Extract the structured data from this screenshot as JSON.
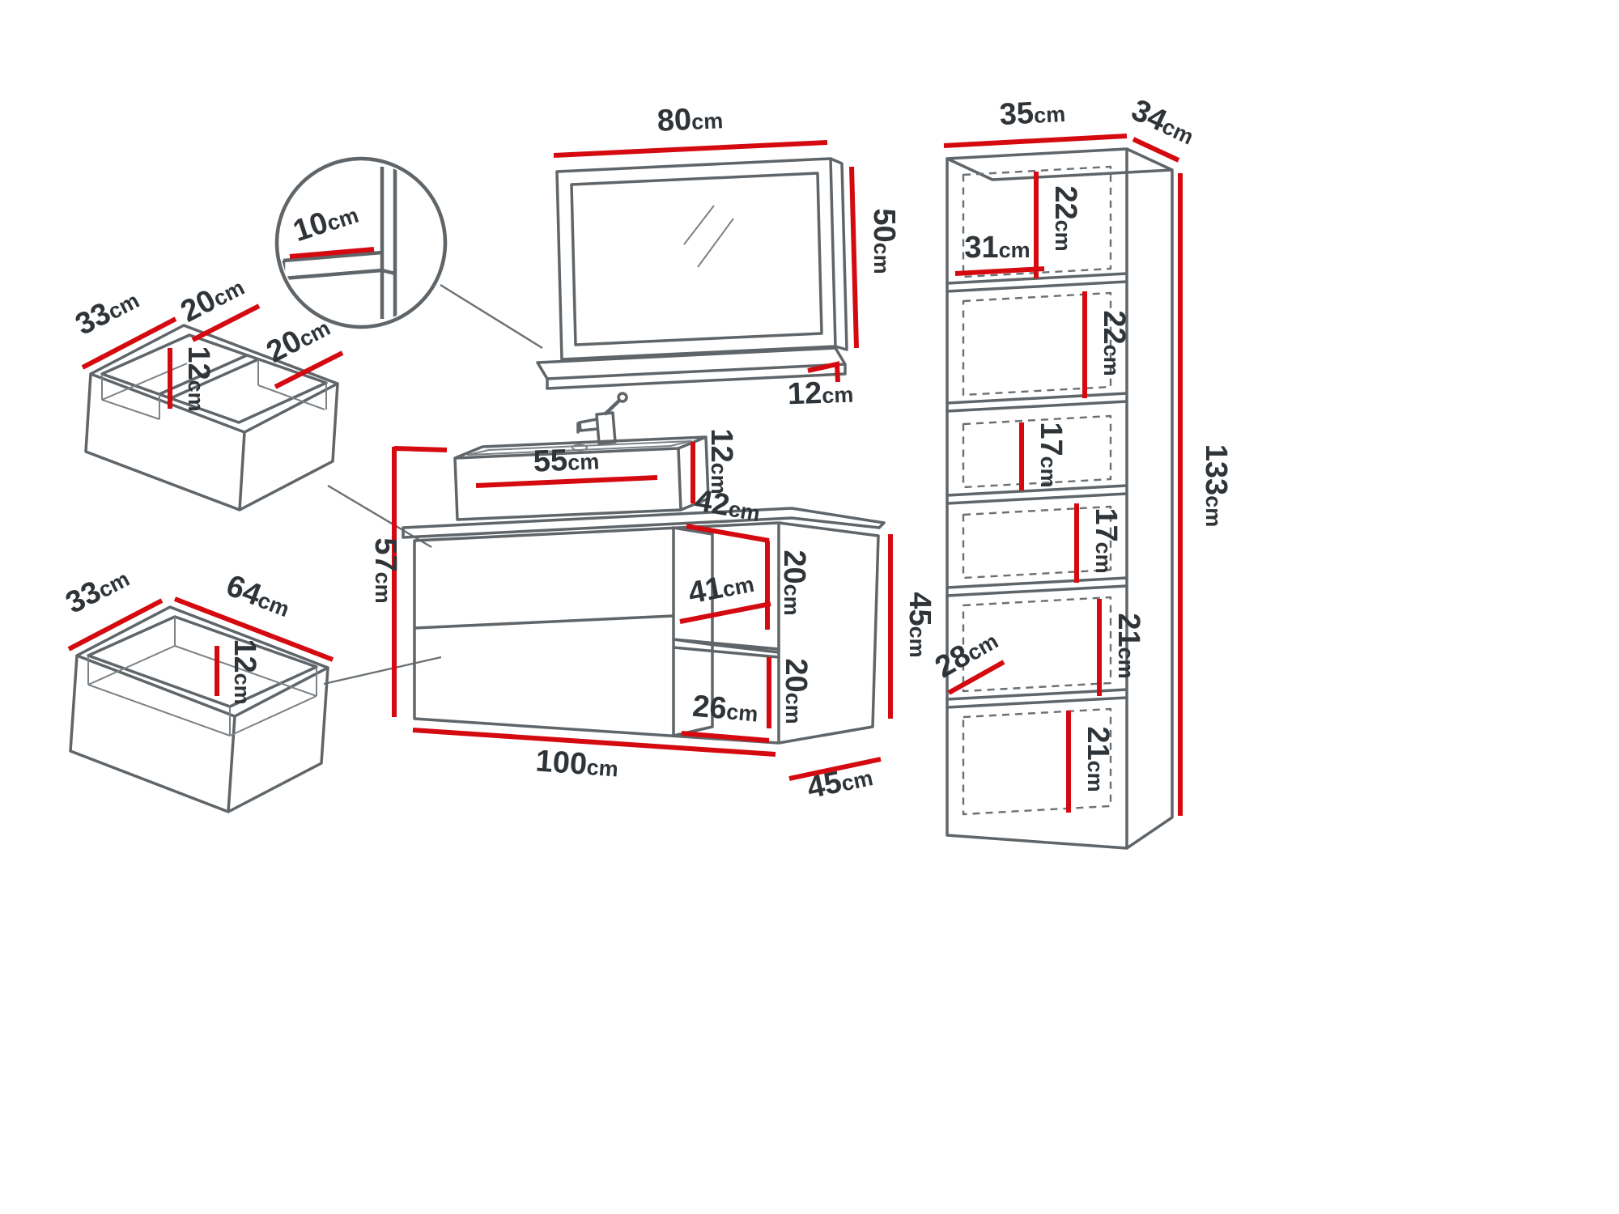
{
  "unit": "cm",
  "colors": {
    "dimension_red": "#d40a10",
    "outline_gray": "#5f6569",
    "label_dark": "#2f3438",
    "background": "#ffffff"
  },
  "mirror": {
    "width": "80",
    "height": "50",
    "shelf_depth": "12"
  },
  "detail_circle": {
    "shelf_thickness": "10"
  },
  "top_drawer": {
    "side": "33",
    "left_compartment": "20",
    "depth": "12",
    "right_compartment": "20"
  },
  "bottom_drawer": {
    "side": "33",
    "width": "64",
    "depth": "12"
  },
  "vanity": {
    "basin_width": "55",
    "basin_height": "12",
    "basin_depth": "42",
    "total_height": "57",
    "width": "100",
    "depth": "45",
    "body_height": "45",
    "shelf_width": "41",
    "upper_compartment": "20",
    "lower_compartment": "20",
    "bottom_width": "26"
  },
  "tall_cabinet": {
    "width": "35",
    "depth": "34",
    "height": "133",
    "top_compartment": "22",
    "inner_width": "31",
    "second_compartment": "22",
    "third_compartment": "17",
    "fourth_compartment": "17",
    "niche_depth": "28",
    "fifth_compartment": "21",
    "bottom_compartment": "21"
  }
}
